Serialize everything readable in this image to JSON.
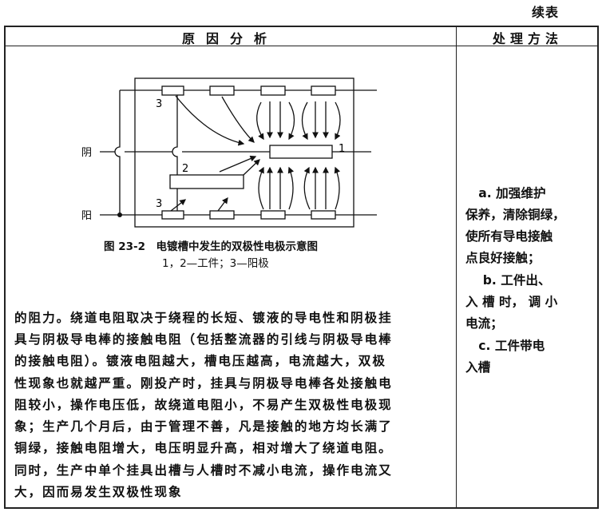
{
  "page": {
    "continued_label": "续表"
  },
  "table": {
    "headers": [
      "原因分析",
      "处理方法"
    ],
    "figure": {
      "caption": "图 23-2　电镀槽中发生的双极性电极示意图",
      "legend": "1，2—工件；3—阳极",
      "labels": {
        "cathode": "阴",
        "anode": "阳",
        "workpiece1": "1",
        "workpiece2": "2",
        "anode_top": "3",
        "anode_bottom": "3"
      }
    },
    "analysis_lines": [
      "的阻力。绕道电阻取决于绕程的长短、镀液的导电性和阴极挂",
      "具与阴极导电棒的接触电阻（包括整流器的引线与阴极导电棒",
      "的接触电阻）。镀液电阻越大，槽电压越高，电流越大，双极",
      "性现象也就越严重。刚投产时，挂具与阴极导电棒各处接触电",
      "阻较小，操作电压低，故绕道电阻小，不易产生双极性电极现",
      "象；生产几个月后，由于管理不善，凡是接触的地方均长满了",
      "铜绿，接触电阻增大，电压明显升高，相对增大了绕道电阻。",
      "同时，生产中单个挂具出槽与人槽时不减小电流，操作电流又",
      "大，因而易发生双极性现象"
    ],
    "method_lines": [
      "   a. 加强维护",
      "保养，清除铜绿，",
      "使所有导电接触",
      "点良好接触；",
      "    b. 工件出、",
      "入 槽 时， 调 小",
      "电流；",
      "   c. 工件带电",
      "入槽"
    ]
  }
}
